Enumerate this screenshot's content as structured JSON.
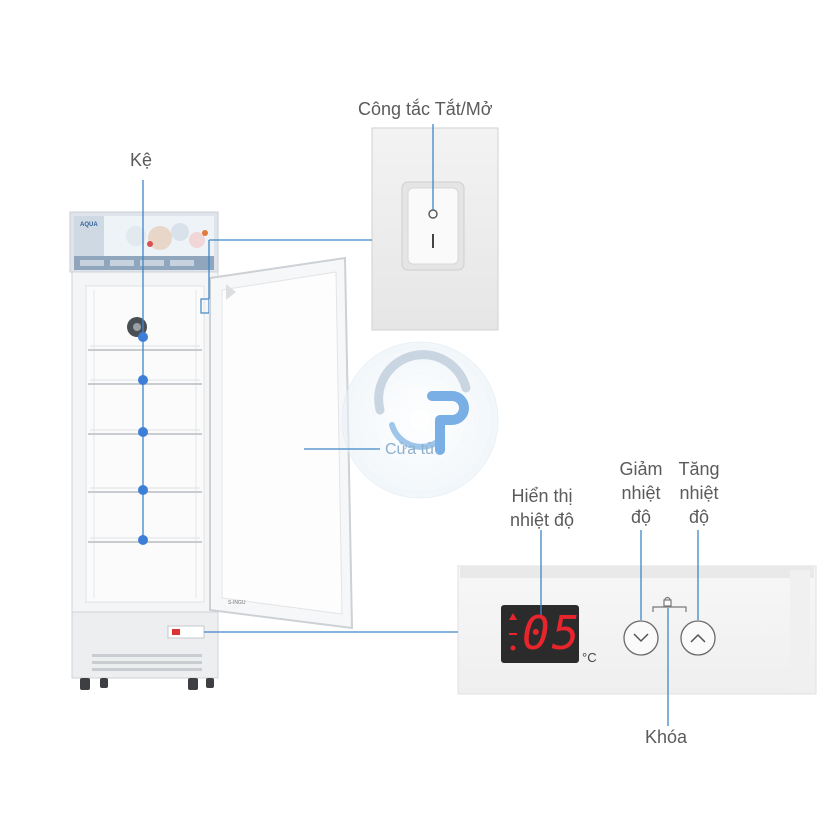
{
  "labels": {
    "shelf": "Kệ",
    "power_switch": "Công tắc Tắt/Mở",
    "door": "Cửa tủ",
    "temp_display": [
      "Hiển thị",
      "nhiệt độ"
    ],
    "temp_down": [
      "Giảm",
      "nhiệt",
      "độ"
    ],
    "temp_up": [
      "Tăng",
      "nhiệt",
      "độ"
    ],
    "lock": "Khóa"
  },
  "display": {
    "reading": "05",
    "unit": "°C"
  },
  "brand": {
    "logo_text": "AQUA",
    "door_mark": "S-INGU"
  },
  "colors": {
    "callout_line": "#3f86c8",
    "callout_dot": "#3d7fd6",
    "display_red": "#e8252c",
    "fridge_body": "#f2f3f4"
  }
}
